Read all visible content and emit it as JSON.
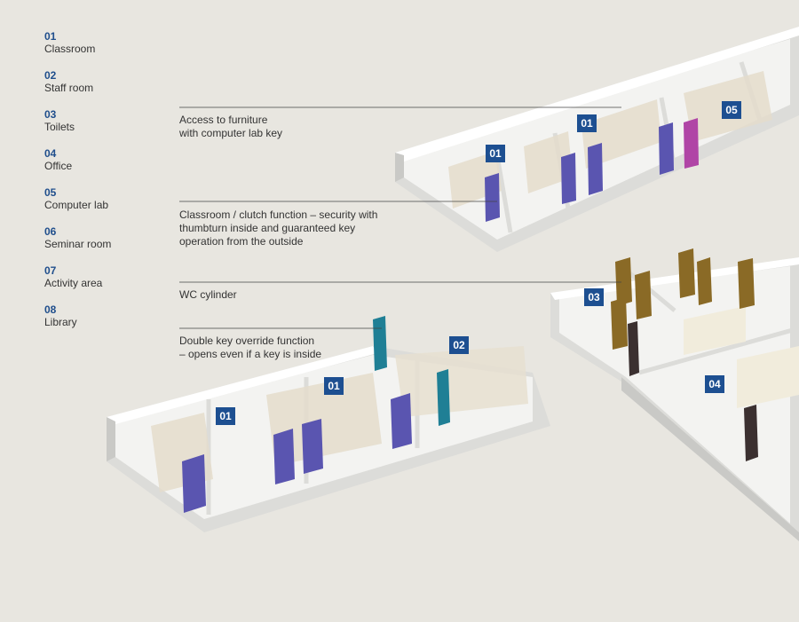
{
  "legend": {
    "items": [
      {
        "num": "01",
        "label": "Classroom"
      },
      {
        "num": "02",
        "label": "Staff room"
      },
      {
        "num": "03",
        "label": "Toilets"
      },
      {
        "num": "04",
        "label": "Office"
      },
      {
        "num": "05",
        "label": "Computer lab"
      },
      {
        "num": "06",
        "label": "Seminar room"
      },
      {
        "num": "07",
        "label": "Activity area"
      },
      {
        "num": "08",
        "label": "Library"
      }
    ]
  },
  "callouts": {
    "furniture": [
      "Access to furniture",
      "with computer lab key"
    ],
    "classroom": [
      "Classroom / clutch function – security with",
      "thumbturn inside and guaranteed key",
      "operation from the outside"
    ],
    "wc": [
      "WC cylinder"
    ],
    "double_key": [
      "Double key override function",
      "– opens even if a key is inside"
    ]
  },
  "room_tags": {
    "upper_classroom_1": "01",
    "upper_classroom_2": "01",
    "upper_computer_lab": "05",
    "lower_classroom_1": "01",
    "lower_classroom_2": "01",
    "staff_room": "02",
    "toilets": "03",
    "office": "04"
  },
  "colors": {
    "background": "#e8e6e0",
    "accent": "#1f4e8c",
    "tag_fill": "#1d4f91",
    "classroom_door": "#5a55b0",
    "staff_door": "#1f7f95",
    "lab_door": "#b045a6",
    "wc_door": "#8a6a26",
    "office_door": "#3b3030"
  }
}
